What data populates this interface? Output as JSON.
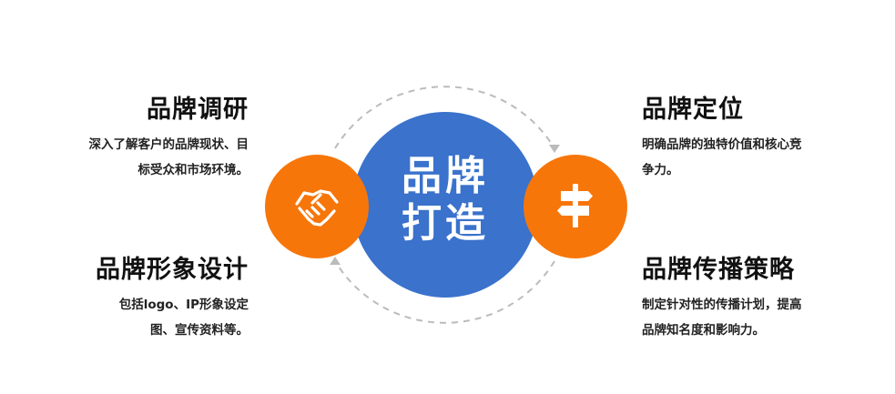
{
  "center": {
    "line1": "品牌",
    "line2": "打造"
  },
  "colors": {
    "center_circle": "#3A72CC",
    "side_circle": "#F7760A",
    "dashed_ring": "#BBBBBB"
  },
  "icons": {
    "left": "handshake-icon",
    "right": "signpost-icon"
  },
  "items": {
    "research": {
      "title": "品牌调研",
      "desc": [
        "深入了解客户的品牌现状、目",
        "标受众和市场环境。"
      ]
    },
    "positioning": {
      "title": "品牌定位",
      "desc": [
        "明确品牌的独特价值和核心竞",
        "争力。"
      ]
    },
    "image": {
      "title": "品牌形象设计",
      "desc": [
        "包括logo、IP形象设定",
        "图、宣传资料等。"
      ]
    },
    "communication": {
      "title": "品牌传播策略",
      "desc": [
        "制定针对性的传播计划，提高",
        "品牌知名度和影响力。"
      ]
    }
  }
}
